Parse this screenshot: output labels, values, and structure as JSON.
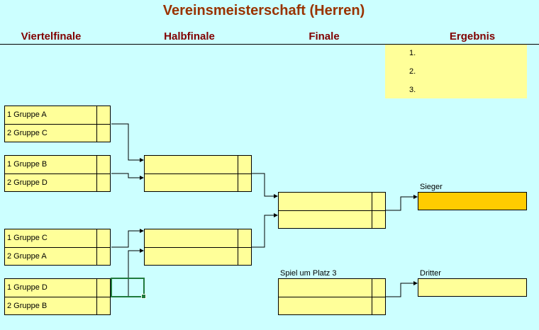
{
  "title": "Vereinsmeisterschaft (Herren)",
  "headers": {
    "quarterfinal": "Viertelfinale",
    "semifinal": "Halbfinale",
    "final": "Finale",
    "result": "Ergebnis"
  },
  "results": {
    "rank1": "1.",
    "rank2": "2.",
    "rank3": "3."
  },
  "quarterfinals": [
    {
      "top": "1 Gruppe A",
      "bottom": "2 Gruppe C"
    },
    {
      "top": "1 Gruppe B",
      "bottom": "2 Gruppe D"
    },
    {
      "top": "1 Gruppe C",
      "bottom": "2 Gruppe A"
    },
    {
      "top": "1 Gruppe D",
      "bottom": "2 Gruppe B"
    }
  ],
  "labels": {
    "winner": "Sieger",
    "third_place_match": "Spiel um Platz 3",
    "third": "Dritter"
  },
  "colors": {
    "background": "#ccffff",
    "cell": "#ffff99",
    "winner_cell": "#ffcc00",
    "title": "#993300",
    "header": "#800000",
    "selection": "#1f7a3c"
  }
}
